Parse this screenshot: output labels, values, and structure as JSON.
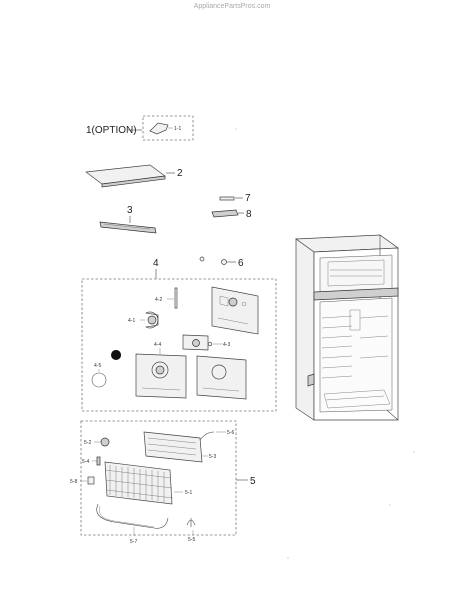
{
  "watermark": "AppliancePartsPros.com",
  "callouts": {
    "c1_option": "1(OPTION)",
    "c1_1": "1-1",
    "c2": "2",
    "c3": "3",
    "c4": "4",
    "c4_1": "4-1",
    "c4_2": "4-2",
    "c4_3": "4-3",
    "c4_4": "4-4",
    "c4_5": "4-5",
    "c5": "5",
    "c5_1": "5-1",
    "c5_2": "5-2",
    "c5_3": "5-3",
    "c5_4": "5-4",
    "c5_5": "5-5",
    "c5_6": "5-6",
    "c5_7": "5-7",
    "c5_8": "5-8",
    "c6": "6",
    "c7": "7",
    "c8": "8"
  }
}
